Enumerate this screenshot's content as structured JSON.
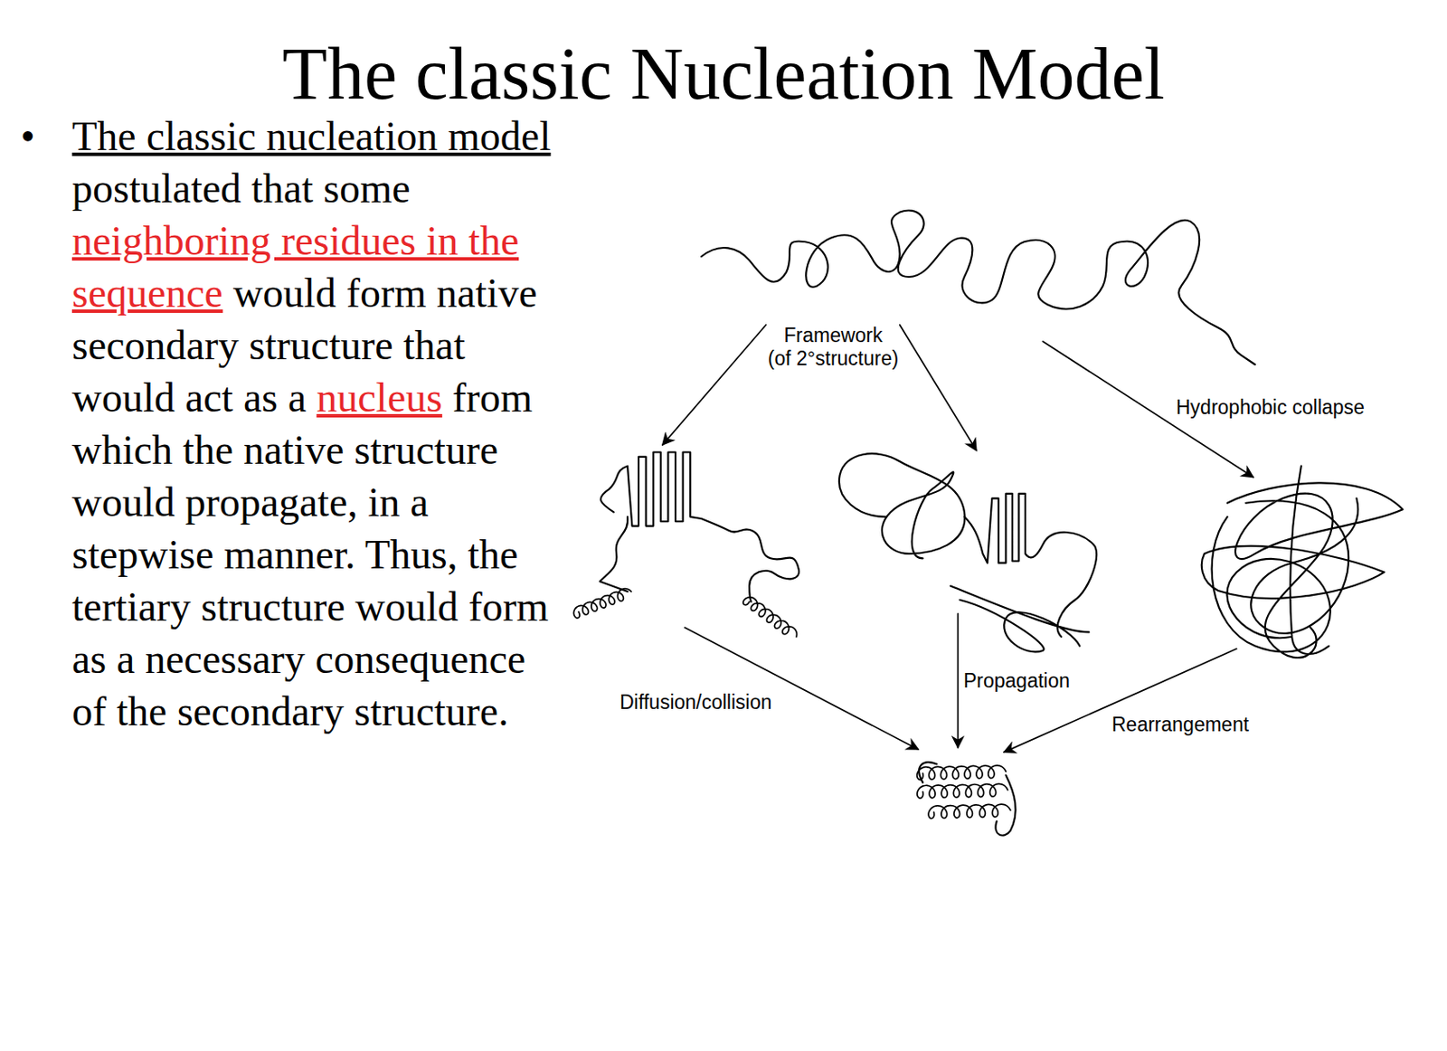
{
  "diagram": {
    "title": "The classic Nucleation Model",
    "labels": [
      "The classic nucleation model",
      "postulated that some",
      "neighboring residues in the sequence",
      "would form native secondary structure that would act as a",
      "nucleus",
      "from which the native structure would propagate, in a stepwise manner. Thus, the tertiary structure would form as a necessary consequence of the secondary structure.",
      "•",
      "Framework (of 2°structure)",
      "Hydrophobic collapse",
      "Diffusion/collision",
      "Propagation",
      "Rearrangement"
    ]
  }
}
